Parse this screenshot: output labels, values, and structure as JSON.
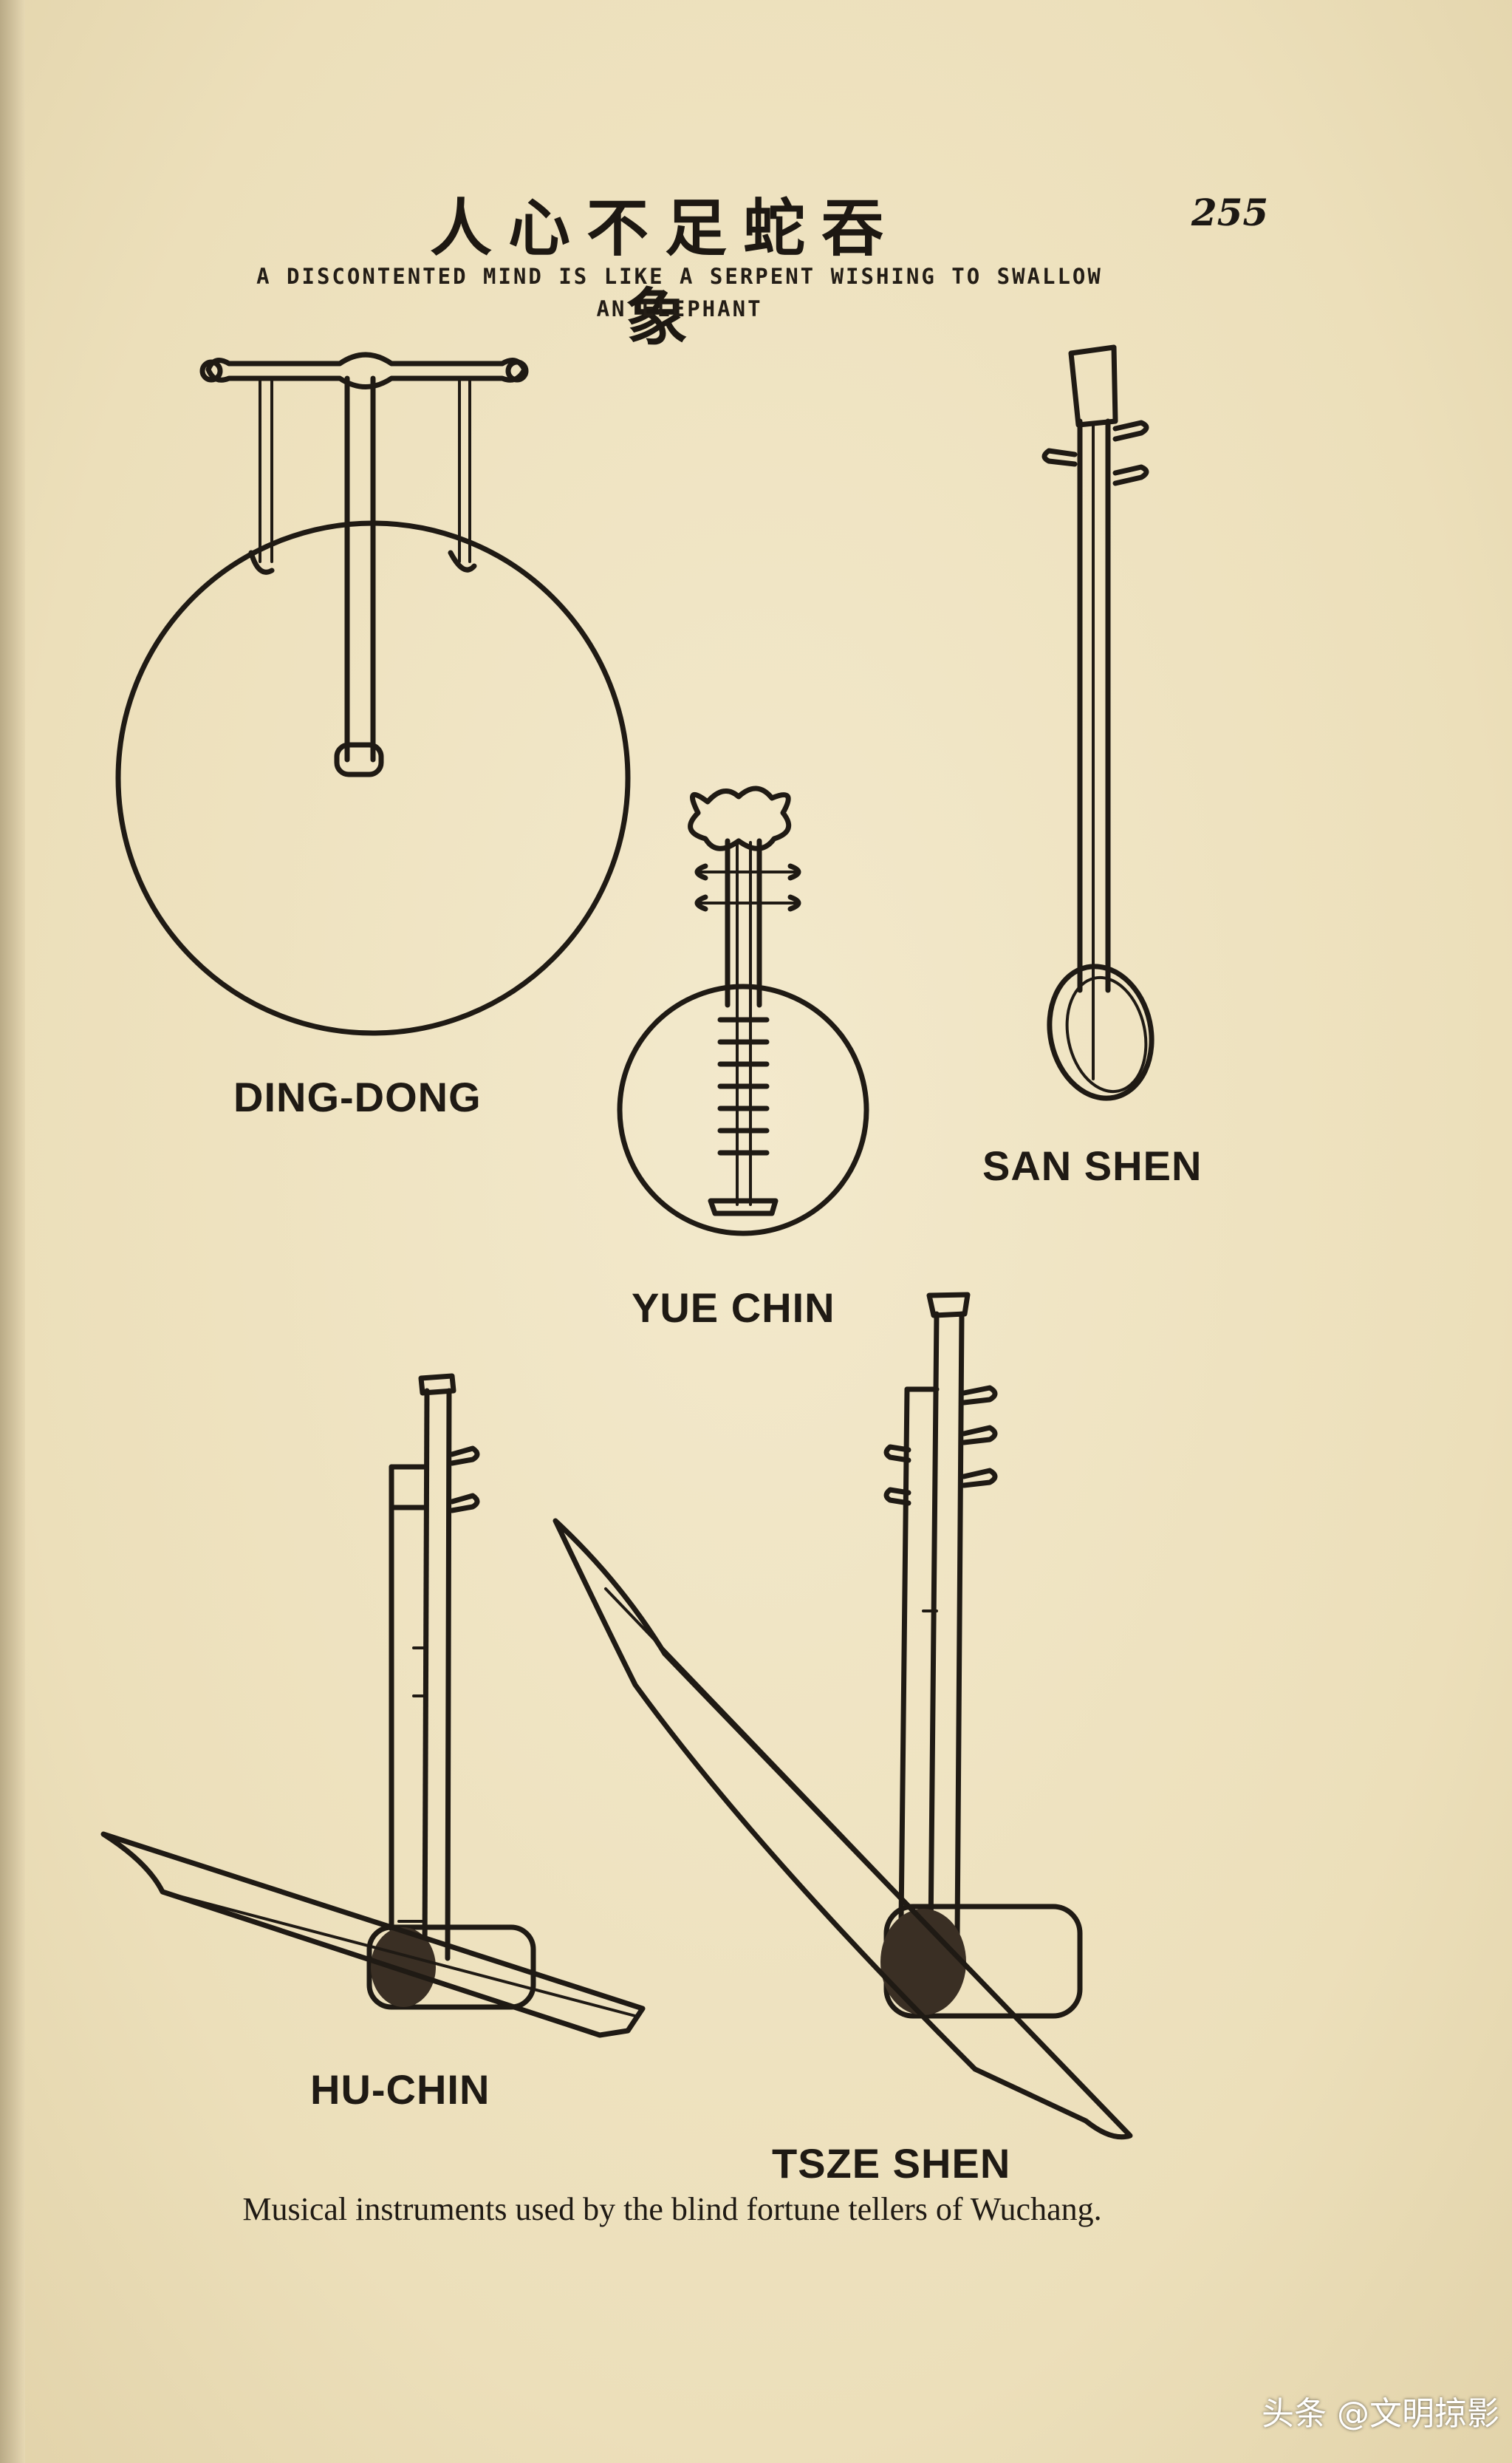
{
  "header": {
    "chinese_title": "人心不足蛇吞象",
    "page_number": "255",
    "subtitle_line1": "A DISCONTENTED MIND IS LIKE A SERPENT WISHING TO SWALLOW",
    "subtitle_line2": "AN ELEPHANT"
  },
  "instruments": {
    "ding_dong": "DING-DONG",
    "yue_chin": "YUE CHIN",
    "san_shen": "SAN SHEN",
    "hu_chin": "HU-CHIN",
    "tsze_shen": "TSZE SHEN"
  },
  "caption": "Musical instruments used by the blind fortune tellers of Wuchang.",
  "watermark": "头条 @文明掠影"
}
